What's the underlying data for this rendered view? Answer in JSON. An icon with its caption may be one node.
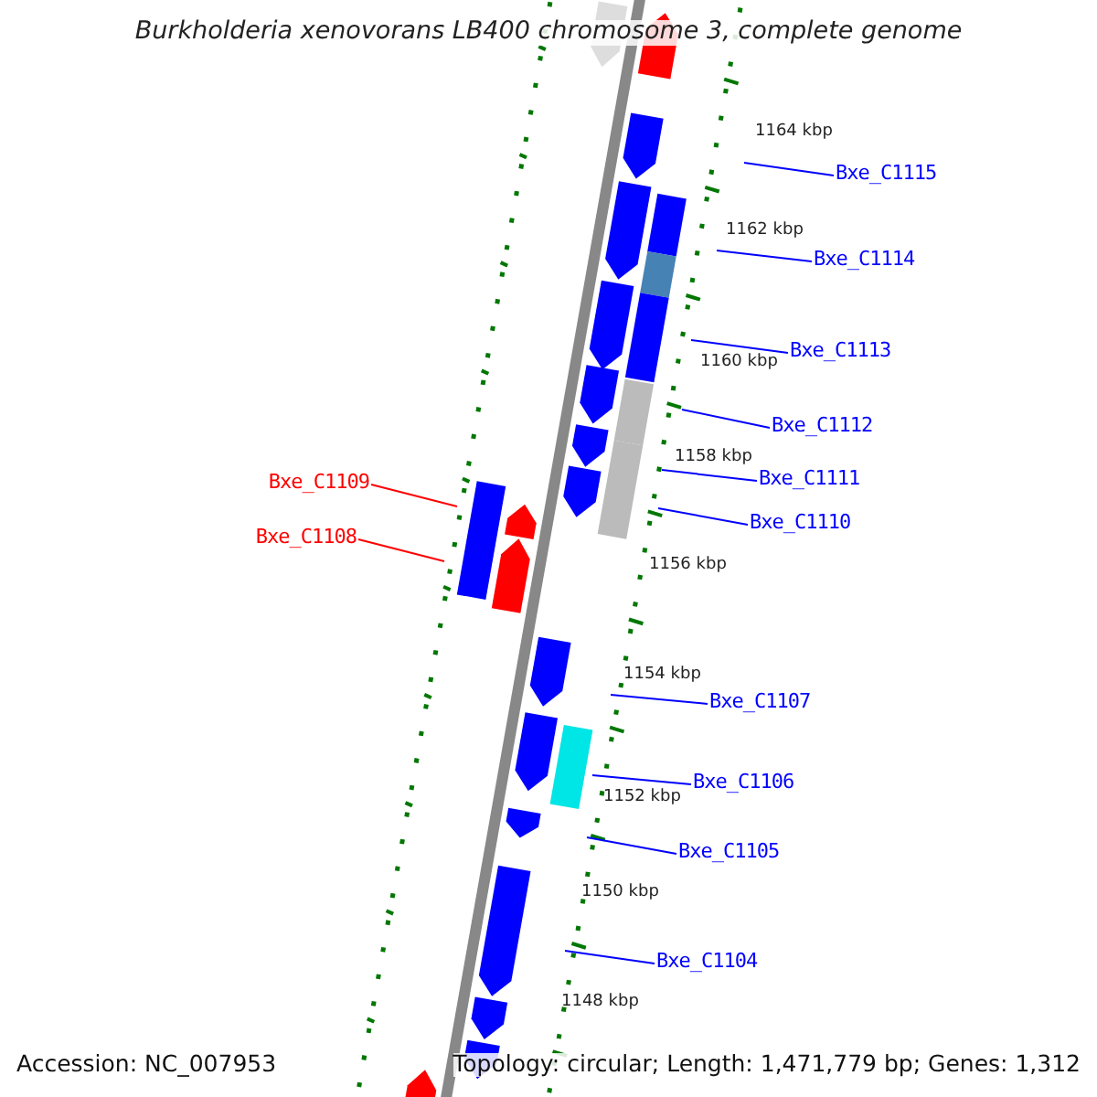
{
  "diagram": {
    "title": "Burkholderia xenovorans LB400 chromosome 3, complete genome",
    "nodes": [
      {
        "text": [
          "Bxe_C1115"
        ]
      },
      {
        "text": [
          "Bxe_C1114"
        ]
      },
      {
        "text": [
          "Bxe_C1113"
        ]
      },
      {
        "text": [
          "Bxe_C1112"
        ]
      },
      {
        "text": [
          "Bxe_C1111"
        ]
      },
      {
        "text": [
          "Bxe_C1110"
        ]
      },
      {
        "text": [
          "Bxe_C1109"
        ]
      },
      {
        "text": [
          "Bxe_C1108"
        ]
      },
      {
        "text": [
          "Bxe_C1107"
        ]
      },
      {
        "text": [
          "Bxe_C1106"
        ]
      },
      {
        "text": [
          "Bxe_C1105"
        ]
      },
      {
        "text": [
          "Bxe_C1104"
        ]
      }
    ],
    "edges": [
      {
        "from": 0,
        "to": null,
        "arrow": "none"
      },
      {
        "from": 1,
        "to": null,
        "arrow": "none"
      },
      {
        "from": 2,
        "to": null,
        "arrow": "none"
      },
      {
        "from": 3,
        "to": null,
        "arrow": "none"
      },
      {
        "from": 4,
        "to": null,
        "arrow": "none"
      },
      {
        "from": 5,
        "to": null,
        "arrow": "none"
      },
      {
        "from": 6,
        "to": null,
        "arrow": "none",
        "color": "#ff0000"
      },
      {
        "from": 7,
        "to": null,
        "arrow": "none",
        "color": "#ff0000"
      },
      {
        "from": 8,
        "to": null,
        "arrow": "none"
      },
      {
        "from": 9,
        "to": null,
        "arrow": "none"
      },
      {
        "from": 10,
        "to": null,
        "arrow": "none"
      },
      {
        "from": 11,
        "to": null,
        "arrow": "none"
      }
    ],
    "labels": [
      "1164 kbp",
      "1162 kbp",
      "1160 kbp",
      "1158 kbp",
      "1156 kbp",
      "1154 kbp",
      "1152 kbp",
      "1150 kbp",
      "1148 kbp",
      "Accession: NC_007953",
      "Topology: circular; Length: 1,471,779 bp; Genes: 1,312"
    ]
  }
}
